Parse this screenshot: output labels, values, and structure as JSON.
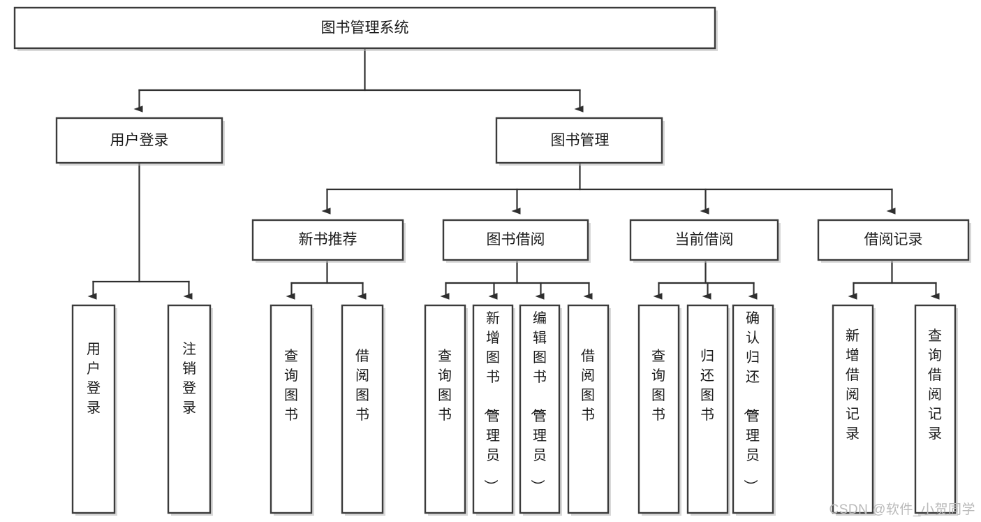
{
  "diagram": {
    "type": "tree-hierarchy",
    "title": "图书管理系统",
    "orientation": "top-down",
    "colors": {
      "box_fill": "#ffffff",
      "box_stroke": "#3b3b3b",
      "line": "#2f2f2f",
      "text": "#1b1b1b",
      "watermark": "#b9b9b9"
    },
    "root": {
      "label": "图书管理系统"
    },
    "level2": [
      {
        "id": "user-login",
        "label": "用户登录"
      },
      {
        "id": "book-manage",
        "label": "图书管理"
      }
    ],
    "level3": [
      {
        "id": "new-book-rec",
        "label": "新书推荐",
        "parent": "book-manage"
      },
      {
        "id": "book-borrow",
        "label": "图书借阅",
        "parent": "book-manage"
      },
      {
        "id": "current-borrow",
        "label": "当前借阅",
        "parent": "book-manage"
      },
      {
        "id": "borrow-record",
        "label": "借阅记录",
        "parent": "book-manage"
      }
    ],
    "leaves": {
      "user-login": [
        {
          "id": "leaf-user-login",
          "label": "用户登录"
        },
        {
          "id": "leaf-user-logout",
          "label": "注销登录"
        }
      ],
      "new-book-rec": [
        {
          "id": "leaf-query-book-1",
          "label": "查询图书"
        },
        {
          "id": "leaf-borrow-book-1",
          "label": "借阅图书"
        }
      ],
      "book-borrow": [
        {
          "id": "leaf-query-book-2",
          "label": "查询图书"
        },
        {
          "id": "leaf-add-book",
          "label": "新增图书（管理员）"
        },
        {
          "id": "leaf-edit-book",
          "label": "编辑图书（管理员）"
        },
        {
          "id": "leaf-borrow-book-2",
          "label": "借阅图书"
        }
      ],
      "current-borrow": [
        {
          "id": "leaf-query-book-3",
          "label": "查询图书"
        },
        {
          "id": "leaf-return-book",
          "label": "归还图书"
        },
        {
          "id": "leaf-confirm-return",
          "label": "确认归还（管理员）"
        }
      ],
      "borrow-record": [
        {
          "id": "leaf-add-record",
          "label": "新增借阅记录"
        },
        {
          "id": "leaf-query-record",
          "label": "查询借阅记录"
        }
      ]
    }
  },
  "watermark": {
    "text": "CSDN @软件_小贺同学"
  }
}
